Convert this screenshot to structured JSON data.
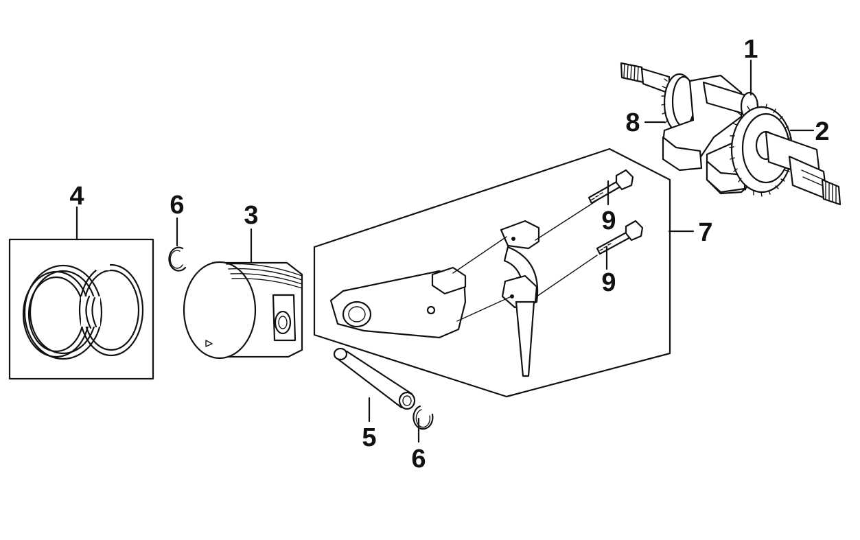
{
  "diagram": {
    "callouts": {
      "c1": "1",
      "c2": "2",
      "c3": "3",
      "c4": "4",
      "c5": "5",
      "c6a": "6",
      "c6b": "6",
      "c7": "7",
      "c8": "8",
      "c9a": "9",
      "c9b": "9"
    }
  }
}
